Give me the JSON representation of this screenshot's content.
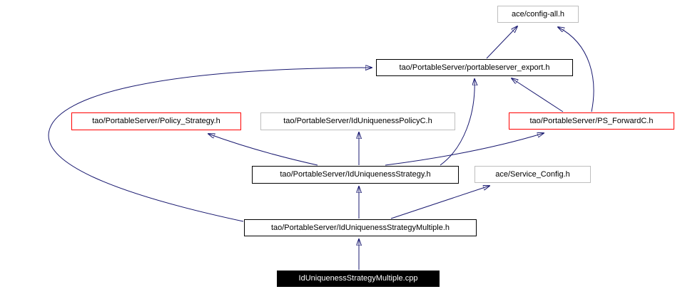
{
  "diagram": {
    "type": "include-dependency-graph",
    "root_file": "IdUniquenessStrategyMultiple.cpp"
  },
  "colors": {
    "edge": "#191970",
    "red_border": "#ff0000",
    "gray_border": "#bebebe",
    "black_border": "#000000",
    "node_fill": "#ffffff",
    "root_fill": "#000000",
    "root_text": "#ffffff"
  },
  "nodes": [
    {
      "id": "ace-config-all",
      "label": "ace/config-all.h",
      "border": "gray"
    },
    {
      "id": "portableserver-export",
      "label": "tao/PortableServer/portableserver_export.h",
      "border": "black"
    },
    {
      "id": "policy-strategy",
      "label": "tao/PortableServer/Policy_Strategy.h",
      "border": "red"
    },
    {
      "id": "iduniqueness-policyc",
      "label": "tao/PortableServer/IdUniquenessPolicyC.h",
      "border": "gray"
    },
    {
      "id": "ps-forwardc",
      "label": "tao/PortableServer/PS_ForwardC.h",
      "border": "red"
    },
    {
      "id": "iduniqueness-strategy",
      "label": "tao/PortableServer/IdUniquenessStrategy.h",
      "border": "black"
    },
    {
      "id": "service-config",
      "label": "ace/Service_Config.h",
      "border": "gray"
    },
    {
      "id": "iduniqueness-strategy-multiple-h",
      "label": "tao/PortableServer/IdUniquenessStrategyMultiple.h",
      "border": "black"
    },
    {
      "id": "iduniqueness-strategy-multiple-cpp",
      "label": "IdUniquenessStrategyMultiple.cpp",
      "border": "filled"
    }
  ],
  "edges": [
    {
      "from": "portableserver-export",
      "to": "ace-config-all"
    },
    {
      "from": "ps-forwardc",
      "to": "ace-config-all"
    },
    {
      "from": "ps-forwardc",
      "to": "portableserver-export"
    },
    {
      "from": "iduniqueness-strategy",
      "to": "iduniqueness-policyc"
    },
    {
      "from": "iduniqueness-strategy",
      "to": "policy-strategy"
    },
    {
      "from": "iduniqueness-strategy",
      "to": "portableserver-export"
    },
    {
      "from": "iduniqueness-strategy",
      "to": "ps-forwardc"
    },
    {
      "from": "iduniqueness-strategy-multiple-h",
      "to": "iduniqueness-strategy"
    },
    {
      "from": "iduniqueness-strategy-multiple-h",
      "to": "service-config"
    },
    {
      "from": "iduniqueness-strategy-multiple-h",
      "to": "portableserver-export"
    },
    {
      "from": "iduniqueness-strategy-multiple-cpp",
      "to": "iduniqueness-strategy-multiple-h"
    }
  ]
}
